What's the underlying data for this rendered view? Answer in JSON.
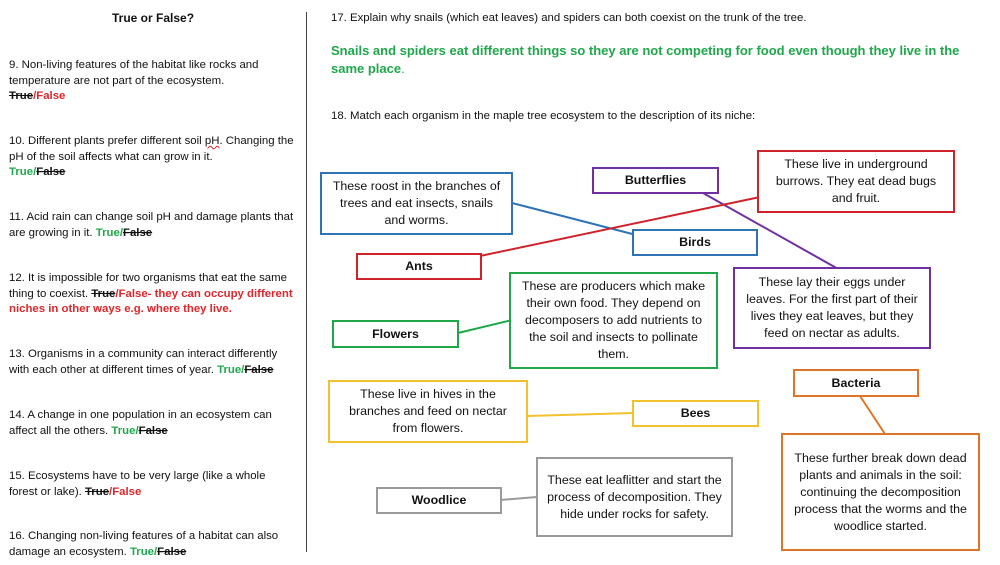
{
  "left": {
    "title": "True or False?",
    "q9": {
      "text": "9.  Non-living features of the habitat like rocks and temperature are not part of the ecosystem.",
      "ans_struck": "True",
      "sep": "/",
      "ans_kept": "False"
    },
    "q10": {
      "text_a": "10. Different plants prefer different soil ",
      "text_b": "pH",
      "text_c": ". Changing the pH of the soil affects what can grow in it.",
      "ans_kept": "True",
      "sep": "/",
      "ans_struck": "False"
    },
    "q11": {
      "text": "11. Acid rain can change soil pH and damage plants that are growing in it. ",
      "ans_kept": "True",
      "sep": "/",
      "ans_struck": "False"
    },
    "q12": {
      "text": "12. It is impossible for two organisms that eat the same thing to coexist. ",
      "ans_struck": "True",
      "ans_kept": "/False- they can occupy different niches in other ways e.g. where they live."
    },
    "q13": {
      "text": "13. Organisms in a community can interact differently with each other at different times of year. ",
      "ans_kept": "True",
      "sep": "/",
      "ans_struck": "False"
    },
    "q14": {
      "text": "14. A change in one population in an ecosystem can affect all the others. ",
      "ans_kept": "True",
      "sep": "/",
      "ans_struck": "False"
    },
    "q15": {
      "text": "15. Ecosystems have to be very large (like a whole forest or lake). ",
      "ans_struck": "True",
      "sep": "/",
      "ans_kept": "False"
    },
    "q16": {
      "text": "16. Changing non-living features of a habitat can also damage an ecosystem. ",
      "ans_kept": "True",
      "sep": "/",
      "ans_struck": "False"
    }
  },
  "right": {
    "q17": "17. Explain why snails (which eat leaves) and spiders can both coexist on the trunk of the tree.",
    "q17_answer": "Snails and spiders eat different things so they are not competing for food even though they live in the same place",
    "q17_answer_end": ".",
    "q18": "18. Match each organism in the maple tree ecosystem to the description of its niche:"
  },
  "boxes": {
    "roost": "These roost in the branches of trees and eat insects, snails and worms.",
    "butterflies": "Butterflies",
    "burrows": "These live in underground burrows. They eat dead bugs and fruit.",
    "birds": "Birds",
    "ants": "Ants",
    "producers": "These are producers which make their own food. They depend on decomposers to add nutrients to the soil and insects to pollinate them.",
    "lay_eggs": "These lay their eggs under leaves. For the first part of their lives they eat leaves, but they feed on nectar as adults.",
    "flowers": "Flowers",
    "hives": "These live in hives in the branches and feed on nectar from flowers.",
    "bacteria": "Bacteria",
    "bees": "Bees",
    "decompose": "These further break down dead plants and animals in the soil: continuing the decomposition process that the worms and the woodlice started.",
    "leaflitter": "These eat leaflitter and start the process of decomposition. They hide under rocks for safety.",
    "woodlice": "Woodlice"
  },
  "colors": {
    "blue": "#2f73b5",
    "purple": "#7030a0",
    "red": "#d0222a",
    "green": "#1ea84a",
    "yellow": "#f2c12e",
    "orange": "#e0752a",
    "gray": "#9a9a9a"
  }
}
